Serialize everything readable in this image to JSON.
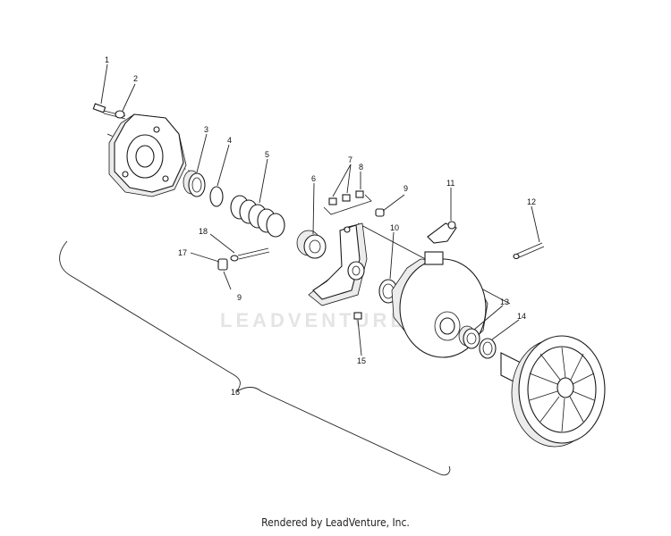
{
  "callouts": [
    "1",
    "2",
    "3",
    "4",
    "5",
    "6",
    "7",
    "8",
    "9",
    "9",
    "10",
    "11",
    "12",
    "13",
    "14",
    "15",
    "16",
    "17",
    "18"
  ],
  "watermark": "LEADVENTURE",
  "footer": "Rendered by LeadVenture, Inc."
}
